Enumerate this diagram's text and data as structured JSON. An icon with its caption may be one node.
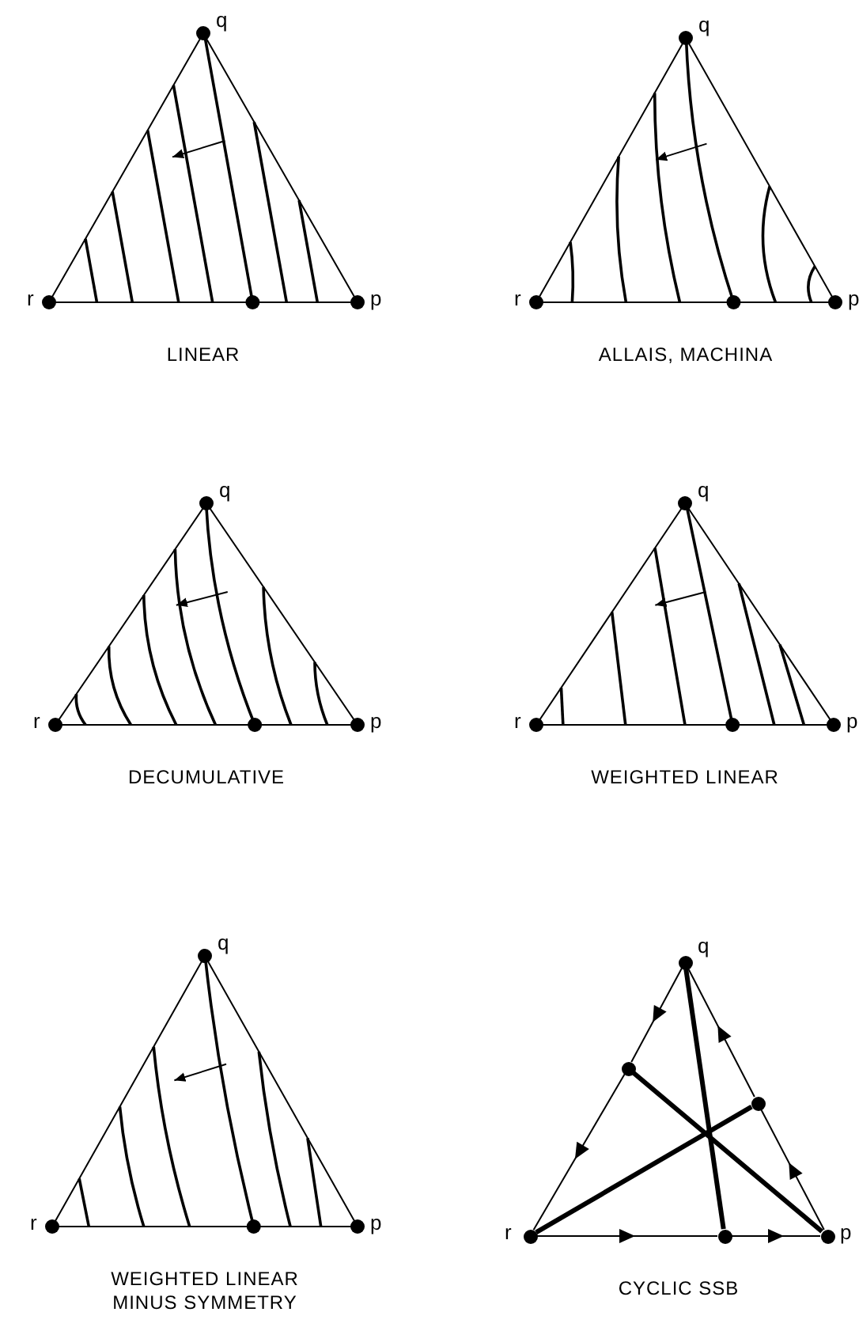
{
  "diagram": {
    "nodes": [
      {
        "text": [],
        "shape": "circle",
        "beside": [
          "q"
        ]
      },
      {
        "text": [],
        "shape": "circle"
      },
      {
        "text": [],
        "shape": "circle"
      },
      {
        "text": [],
        "shape": "circle",
        "beside": [
          "r"
        ]
      },
      {
        "text": [],
        "shape": "circle"
      },
      {
        "text": [],
        "shape": "circle",
        "beside": [
          "p"
        ]
      }
    ],
    "edges": [
      {
        "from": 0,
        "to": 1,
        "arrow": "to"
      },
      {
        "from": 1,
        "to": 3,
        "arrow": "to"
      },
      {
        "from": 3,
        "to": 4,
        "arrow": "to"
      },
      {
        "from": 4,
        "to": 5,
        "arrow": "to"
      },
      {
        "from": 5,
        "to": 2,
        "arrow": "to"
      },
      {
        "from": 2,
        "to": 0,
        "arrow": "to"
      },
      {
        "from": 0,
        "to": 4,
        "arrow": "none",
        "style": "thick"
      },
      {
        "from": 1,
        "to": 5,
        "arrow": "none",
        "style": "thick"
      },
      {
        "from": 3,
        "to": 2,
        "arrow": "none",
        "style": "thick"
      }
    ],
    "labels": [
      "q",
      "r",
      "p",
      "LINEAR",
      "q",
      "r",
      "p",
      "ALLAIS, MACHINA",
      "q",
      "r",
      "p",
      "DECUMULATIVE",
      "q",
      "r",
      "p",
      "WEIGHTED LINEAR",
      "q",
      "r",
      "p",
      "WEIGHTED LINEAR MINUS SYMMETRY",
      "CYCLIC SSB"
    ]
  }
}
